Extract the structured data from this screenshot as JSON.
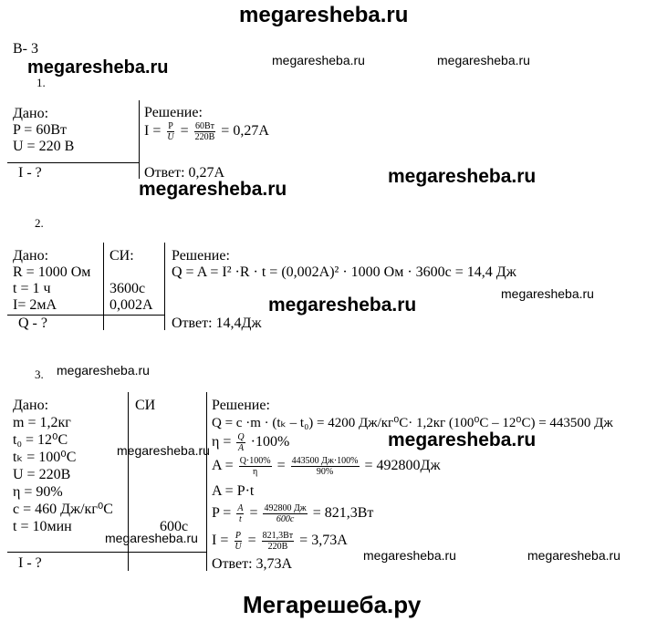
{
  "watermark": {
    "top": "megaresheba.ru",
    "bottom": "Мегарешеба.ру",
    "small": "megaresheba.ru",
    "bold": "megaresheba.ru"
  },
  "variant": "В- 3",
  "p1": {
    "num": "1.",
    "given_title": "Дано:",
    "given": [
      "P = 60Вт",
      "U = 220 В"
    ],
    "find": "I - ?",
    "sol_title": "Решение:",
    "f1_lhs": "I =",
    "f1_num1": "P",
    "f1_den1": "U",
    "f1_num2": "60Вт",
    "f1_den2": "220В",
    "f1_rhs": "= 0,27А",
    "answer": "Ответ: 0,27А"
  },
  "p2": {
    "num": "2.",
    "given_title": "Дано:",
    "given": [
      "R = 1000 Ом",
      "t = 1 ч",
      "I= 2мА"
    ],
    "find": "Q - ?",
    "si_title": "СИ:",
    "si": [
      "3600с",
      "0,002А"
    ],
    "sol_title": "Решение:",
    "formula": "Q = A = I² ·R · t = (0,002А)² · 1000 Ом · 3600с = 14,4 Дж",
    "answer": "Ответ: 14,4Дж"
  },
  "p3": {
    "num": "3.",
    "given_title": "Дано:",
    "given": [
      "m = 1,2кг",
      "t₀ = 12⁰С",
      "tₖ = 100⁰С",
      "U = 220В",
      "η = 90%",
      "c = 460 Дж/кг⁰С",
      "t = 10мин"
    ],
    "find": "I - ?",
    "si_title": "СИ",
    "si": [
      "600с"
    ],
    "sol_title": "Решение:",
    "l1": "Q = c ·m · (tₖ – t₀) = 4200 Дж/кг⁰С· 1,2кг (100⁰С – 12⁰С) = 443500 Дж",
    "l2_lhs": "η =",
    "l2_num": "Q",
    "l2_den": "A",
    "l2_rhs": "·100%",
    "l3_lhs": "A =",
    "l3_num1": "Q·100%",
    "l3_den1": "η",
    "l3_num2": "443500 Дж·100%",
    "l3_den2": "90%",
    "l3_rhs": "= 492800Дж",
    "l4": "A = P·t",
    "l5_lhs": "P =",
    "l5_num1": "A",
    "l5_den1": "t",
    "l5_num2": "492800 Дж",
    "l5_den2": "600с",
    "l5_rhs": "= 821,3Вт",
    "l6_lhs": "I =",
    "l6_num1": "P",
    "l6_den1": "U",
    "l6_num2": "821,3Вт",
    "l6_den2": "220В",
    "l6_rhs": "= 3,73А",
    "answer": "Ответ: 3,73А"
  }
}
